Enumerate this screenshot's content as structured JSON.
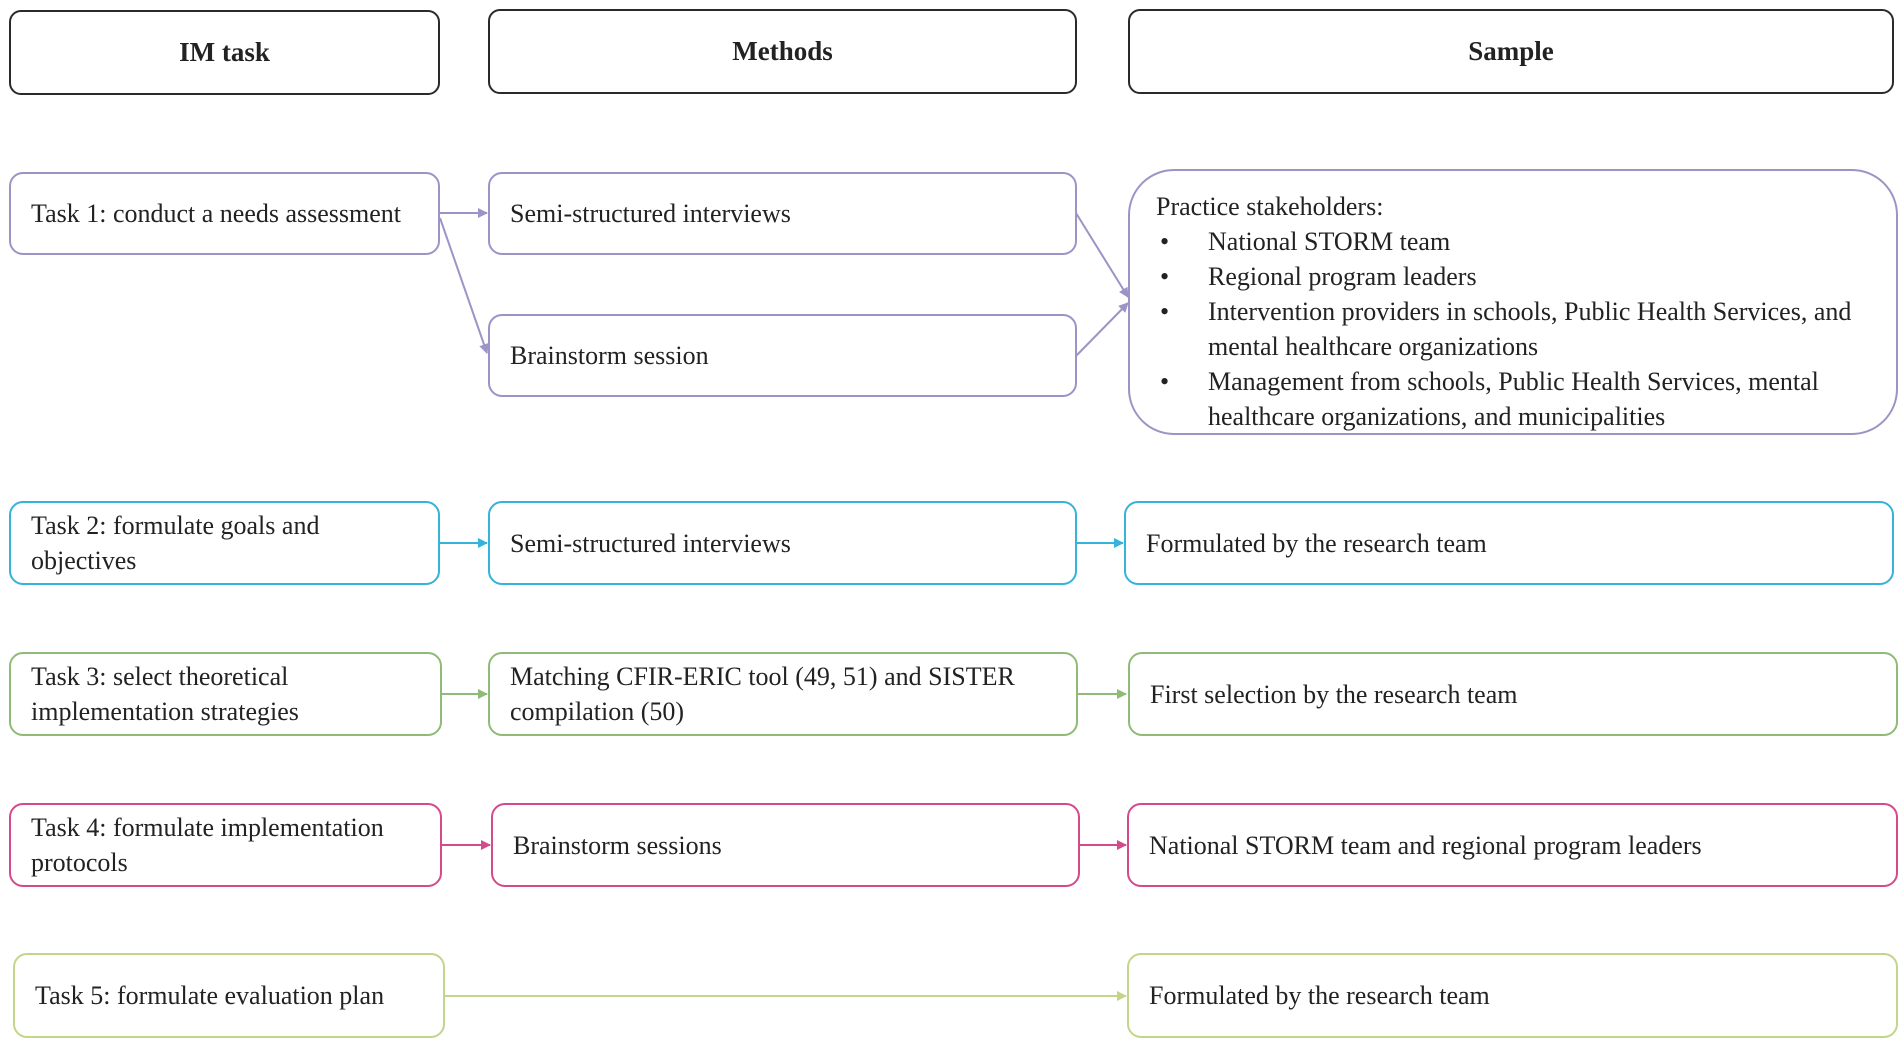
{
  "headers": {
    "im_task": "IM task",
    "methods": "Methods",
    "sample": "Sample"
  },
  "rows": {
    "task1": {
      "label": "Task 1: conduct a needs assessment",
      "method_a": "Semi-structured  interviews",
      "method_b": "Brainstorm  session",
      "sample_title": "Practice stakeholders:",
      "sample_items": [
        "National  STORM  team",
        "Regional  program  leaders",
        "Intervention  providers  in  schools,  Public  Health  Services, and mental  healthcare  organizations",
        "Management  from  schools,  Public  Health  Services,  mental healthcare  organizations,  and municipalities"
      ]
    },
    "task2": {
      "label": "Task 2: formulate  goals  and objectives",
      "method": "Semi-structured  interviews",
      "sample": "Formulated  by the research  team"
    },
    "task3": {
      "label": "Task 3: select theoretical implementation  strategies",
      "method": "Matching  CFIR-ERIC tool (49, 51) and SISTER compilation  (50)",
      "sample": "First selection  by the research  team"
    },
    "task4": {
      "label": "Task 4: formulate  implementation protocols",
      "method": "Brainstorm  sessions",
      "sample": "National  STORM  team and regional  program  leaders"
    },
    "task5": {
      "label": "Task 5: formulate  evaluation  plan",
      "sample": "Formulated  by the research  team"
    }
  },
  "bullet_glyph": "•",
  "colors": {
    "task1": "#9b94c6",
    "task2": "#35b3da",
    "task3": "#8fba78",
    "task4": "#d54a8a",
    "task5": "#c2d58a"
  }
}
